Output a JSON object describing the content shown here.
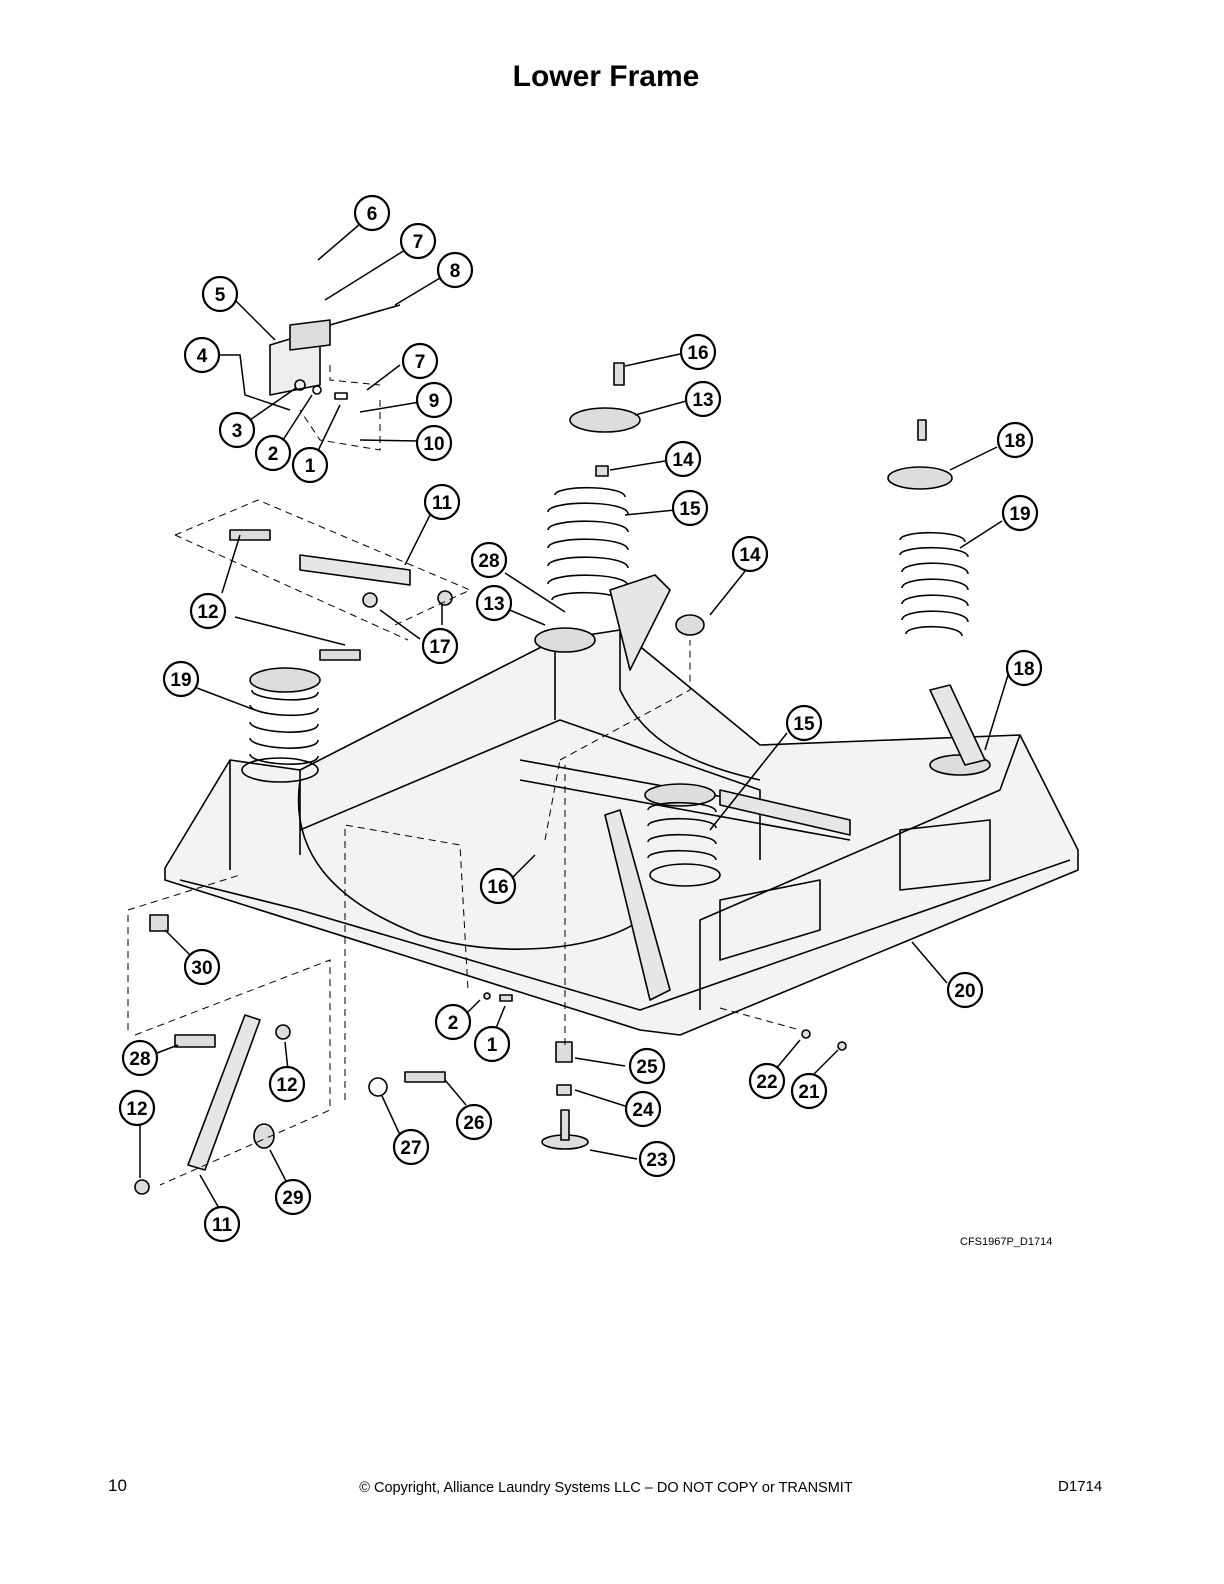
{
  "page": {
    "title": "Lower Frame",
    "drawing_id": "CFS1967P_D1714",
    "page_number": "10",
    "copyright": "© Copyright, Alliance Laundry Systems LLC – DO NOT COPY or TRANSMIT",
    "doc_number": "D1714"
  },
  "callouts": [
    "6",
    "7",
    "8",
    "5",
    "4",
    "7",
    "9",
    "3",
    "2",
    "1",
    "10",
    "16",
    "13",
    "14",
    "15",
    "18",
    "19",
    "11",
    "28",
    "12",
    "17",
    "14",
    "13",
    "19",
    "18",
    "15",
    "16",
    "30",
    "2",
    "1",
    "25",
    "24",
    "23",
    "20",
    "22",
    "21",
    "28",
    "12",
    "12",
    "27",
    "26",
    "11",
    "29"
  ]
}
